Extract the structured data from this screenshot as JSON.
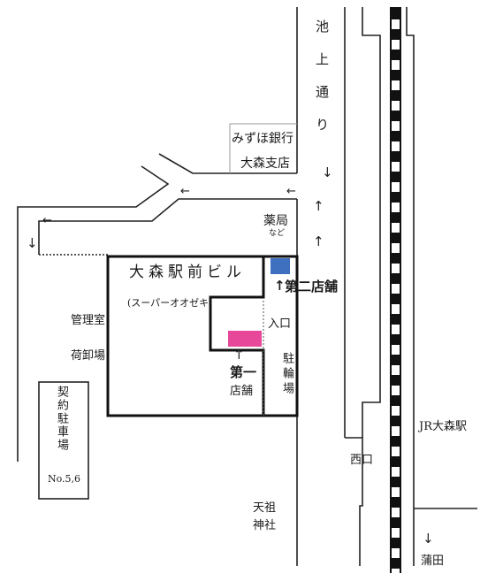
{
  "labels": {
    "ikegami_street": "池上通り",
    "bank_name": "みずほ銀行",
    "bank_branch": "大森支店",
    "pharmacy": "薬局",
    "pharmacy_note": "など",
    "building_name": "大森駅前ビル",
    "supermarket": "(スーパーオオゼキ)",
    "management_office": "管理室",
    "loading_area": "荷卸場",
    "entrance": "入口",
    "bicycle_parking": "駐輪場",
    "second_store": "第二店舗",
    "first_store_line1": "第一",
    "first_store_line2": "店舗",
    "contract_parking": "契約駐車場",
    "contract_parking_no": "No.5,6",
    "station": "JR大森駅",
    "west_exit": "西口",
    "shrine_line1": "天祖",
    "shrine_line2": "神社",
    "kamata": "蒲田"
  },
  "colors": {
    "second_store_marker": "#3f6fbf",
    "first_store_marker": "#e8489a",
    "line": "#1a1a1a"
  }
}
